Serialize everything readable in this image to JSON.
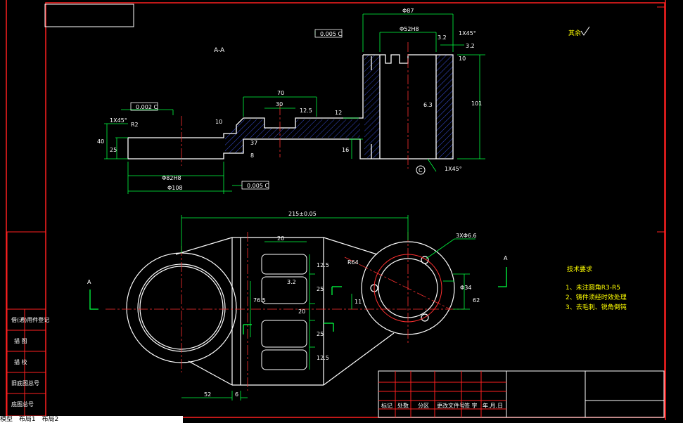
{
  "sheet": {
    "section_label": "A-A",
    "view_marker_left": "A",
    "view_marker_right": "A",
    "datum_c": "C",
    "roughness_note": "其余",
    "tech_title": "技术要求",
    "tech_items": [
      "1、未注圆角R3-R5",
      "2、铸件须经时效处理",
      "3、去毛刺、锐角倒钝"
    ],
    "left_column": [
      "借(通)用件登记",
      "描 图",
      "描 校",
      "旧底图总号",
      "底图总号"
    ],
    "title_block_headers": [
      "标记",
      "处数",
      "分区",
      "更改文件号",
      "签 字",
      "年.月.日"
    ],
    "bottom_tabs": [
      "模型",
      "布局1",
      "布局2"
    ]
  },
  "section_dims": {
    "d1": "Φ87",
    "d2": "Φ52H8",
    "d3": "1X45°",
    "d4": "3.2",
    "d5": "10",
    "d6": "101",
    "d7": "70",
    "d8": "30",
    "d9": "12",
    "d10": "10",
    "d11": "16",
    "d12": "8",
    "d13": "37",
    "d14": "25",
    "d15": "40",
    "d16": "1X45°",
    "d17": "Φ82H8",
    "d18": "Φ108",
    "d19": "1X45°",
    "tol1": "0.005 C",
    "tol2": "0.002 C",
    "tol3": "0.005 C",
    "r1": "R2",
    "r2": "12.5",
    "r3": "6.3",
    "r4": "3.2"
  },
  "plan_dims": {
    "overall": "215±0.05",
    "p1": "20",
    "p2": "12.5",
    "p3": "25",
    "p4": "25",
    "p5": "12.5",
    "p6": "76.5",
    "p7": "20",
    "p8": "11",
    "p9": "52",
    "p10": "6",
    "p11": "R64",
    "p12": "3XΦ6.6",
    "p13": "Φ34",
    "p14": "62",
    "p15": "3.2"
  }
}
